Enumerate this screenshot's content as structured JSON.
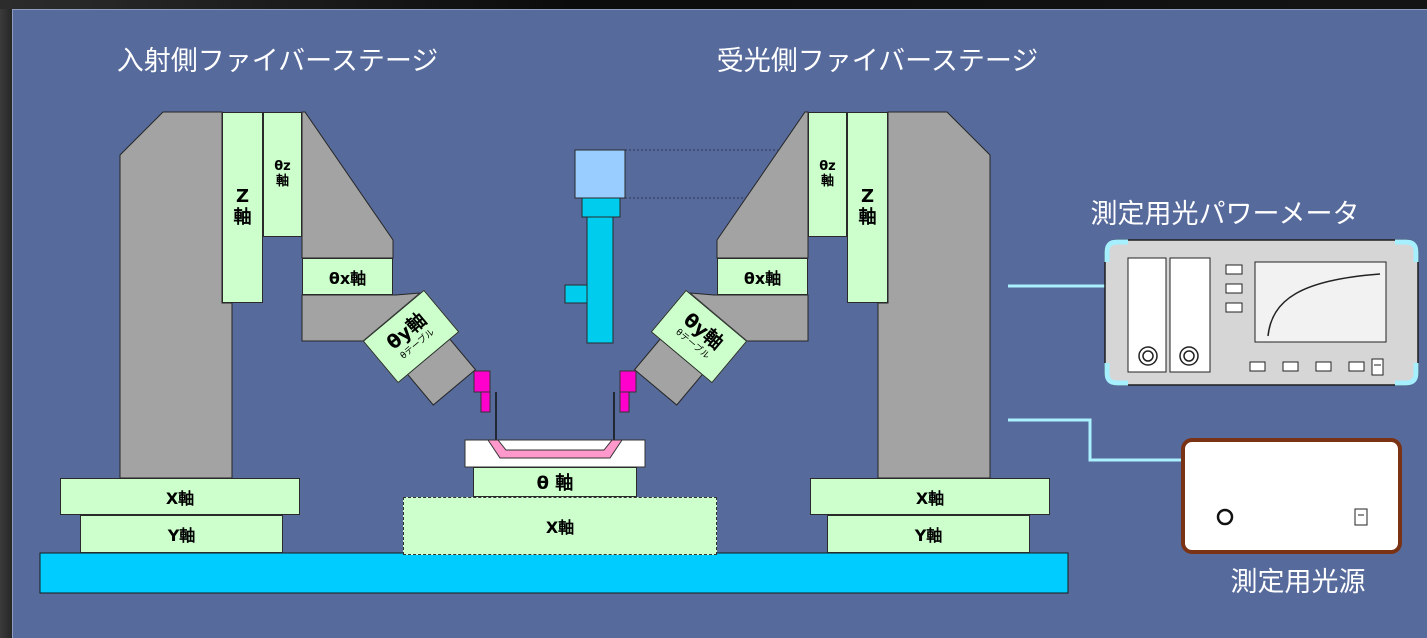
{
  "titles": {
    "input_stage": "入射側ファイバーステージ",
    "output_stage": "受光側ファイバーステージ",
    "power_meter": "測定用光パワーメータ",
    "light_source": "測定用光源"
  },
  "input_stage": {
    "z_axis": "Z軸",
    "theta_z_axis": "θz軸",
    "theta_x_axis": "θx軸",
    "theta_y_axis": "θy軸",
    "theta_table": "θテーブル",
    "x_axis": "X軸",
    "y_axis": "Y軸"
  },
  "output_stage": {
    "z_axis": "Z軸",
    "theta_z_axis": "θz軸",
    "theta_x_axis": "θx軸",
    "theta_y_axis": "θy軸",
    "theta_table": "θテーブル",
    "x_axis": "X軸",
    "y_axis": "Y軸"
  },
  "sample_stage": {
    "theta_axis": "θ 軸",
    "x_axis": "X軸"
  },
  "colors": {
    "background": "#566a9b",
    "stage_block": "#ccffcc",
    "arm": "#a3a3a3",
    "base_plate": "#00ccff",
    "fiber_holder": "#ff00cc",
    "camera_head": "#99ccff",
    "camera_body": "#00ccee",
    "cable": "#aaf0ff",
    "light_source_frame": "#7a3215"
  }
}
